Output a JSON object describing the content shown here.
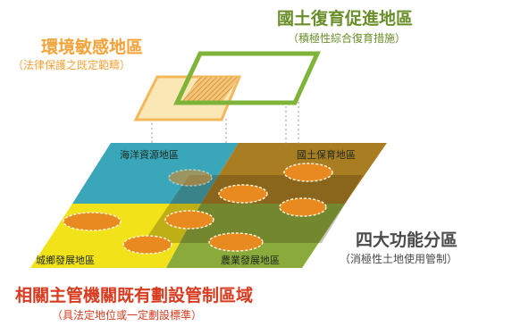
{
  "restoration": {
    "title": "國土復育促進地區",
    "subtitle": "（積極性綜合復育措施）"
  },
  "sensitive": {
    "title": "環境敏感地區",
    "subtitle": "（法律保護之既定範疇）"
  },
  "four_zones": {
    "title": "四大功能分區",
    "subtitle": "（消極性土地使用管制）"
  },
  "authority": {
    "title": "相關主管機關既有劃設管制區域",
    "subtitle": "（具法定地位或一定劃設標準）"
  },
  "quadrants": {
    "marine": "海洋資源地區",
    "conservation": "國土保育地區",
    "urban_rural": "城鄉發展地區",
    "agriculture": "農業發展地區"
  },
  "colors": {
    "marine": "#3aa6b9",
    "conservation": "#a97d22",
    "urban_rural": "#f2e21a",
    "agriculture": "#8aab3b",
    "restoration_outline": "#7fb43a",
    "sensitive_fill": "#fbe7b5",
    "sensitive_outline": "#f3b85a",
    "ellipse_fill": "#e88a1f"
  }
}
